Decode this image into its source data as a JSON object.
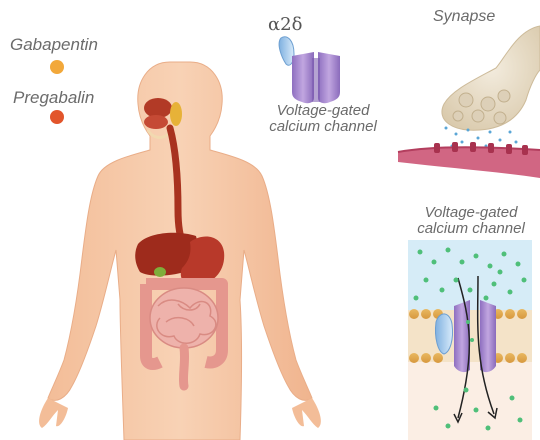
{
  "legend": {
    "items": [
      {
        "label": "Gabapentin",
        "color": "#f2a83a"
      },
      {
        "label": "Pregabalin",
        "color": "#e2552b"
      }
    ]
  },
  "channel_label": {
    "subunit": "α2δ",
    "line1": "Voltage-gated",
    "line2": "calcium channel"
  },
  "synapse_panel": {
    "title": "Synapse"
  },
  "membrane_panel": {
    "line1": "Voltage-gated",
    "line2": "calcium channel"
  },
  "colors": {
    "skin": "#f6c9a8",
    "organ_red": "#a8321f",
    "intestine": "#e9a7a0",
    "channel_purple": "#a98ccc",
    "alpha_blue": "#9cc3e6",
    "nerve_terminal": "#e8dcc6",
    "dendrite": "#c74a6a",
    "ion_green": "#3fb26a",
    "membrane_gold": "#e3a84a",
    "extracellular": "#d8eef8"
  }
}
